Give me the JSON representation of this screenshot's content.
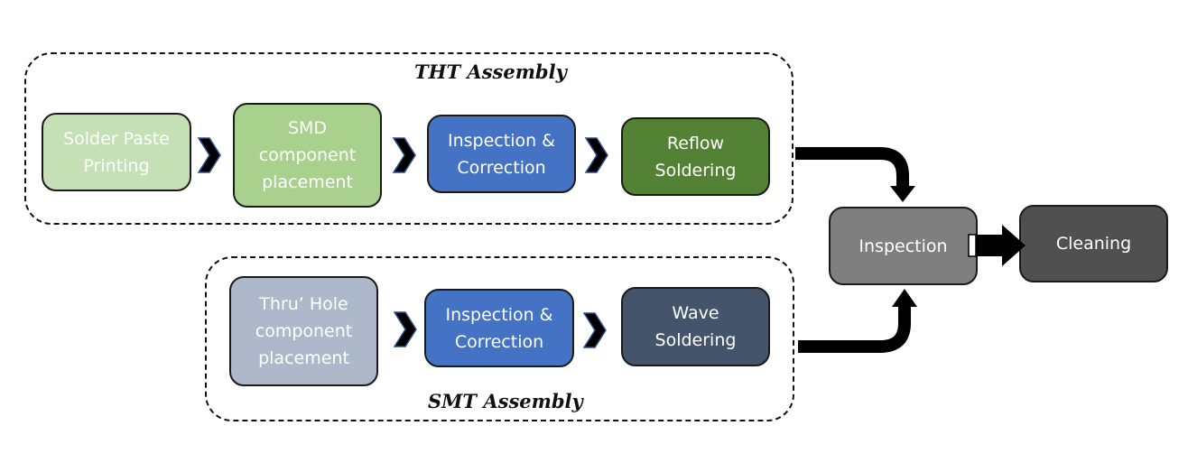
{
  "groups": {
    "tht": {
      "title": "THT Assembly"
    },
    "smt": {
      "title": "SMT Assembly"
    }
  },
  "steps": {
    "solder_paste": {
      "label": "Solder Paste\nPrinting",
      "color": "#c5e0b4"
    },
    "smd_placement": {
      "label": "SMD\ncomponent\nplacement",
      "color": "#a9d18e"
    },
    "inspection_tht": {
      "label": "Inspection &\nCorrection",
      "color": "#4472c4"
    },
    "reflow": {
      "label": "Reflow\nSoldering",
      "color": "#548235"
    },
    "thru_hole": {
      "label": "Thru’ Hole\ncomponent\nplacement",
      "color": "#adb9ca"
    },
    "inspection_smt": {
      "label": "Inspection &\nCorrection",
      "color": "#4472c4"
    },
    "wave": {
      "label": "Wave\nSoldering",
      "color": "#44546a"
    },
    "inspection_final": {
      "label": "Inspection",
      "color": "#7f7f7f"
    },
    "cleaning": {
      "label": "Cleaning",
      "color": "#505050"
    }
  },
  "icons": {
    "chevron": "chevron-right",
    "flow_arrow": "bent-arrow"
  }
}
